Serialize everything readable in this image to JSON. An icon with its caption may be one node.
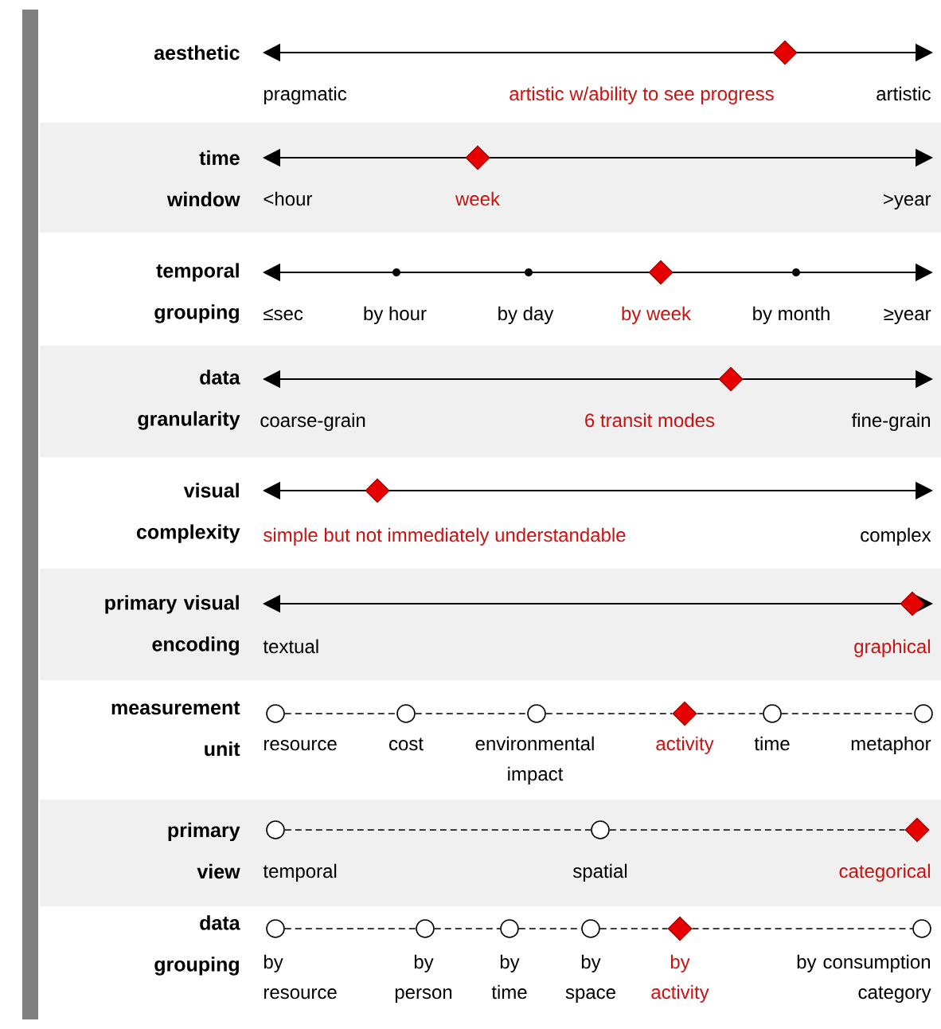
{
  "diagram": {
    "nodes": [
      {
        "text": [
          "aesthetic"
        ]
      },
      {
        "text": [],
        "shape": "diamond",
        "beside": [
          "artistic w/ability to see progress"
        ]
      },
      {
        "text": [
          "time window"
        ]
      },
      {
        "text": [],
        "shape": "diamond",
        "in": 2,
        "beside": [
          "week"
        ]
      },
      {
        "text": [
          "temporal grouping"
        ]
      },
      {
        "text": [],
        "shape": "dot",
        "beside": [
          "by hour"
        ]
      },
      {
        "text": [],
        "shape": "dot",
        "beside": [
          "by day"
        ]
      },
      {
        "text": [],
        "shape": "diamond",
        "beside": [
          "by week"
        ]
      },
      {
        "text": [],
        "shape": "dot",
        "beside": [
          "by month"
        ]
      },
      {
        "text": [
          "data granularity"
        ]
      },
      {
        "text": [],
        "shape": "diamond",
        "in": 9,
        "beside": [
          "6 transit modes"
        ]
      },
      {
        "text": [
          "visual complexity"
        ]
      },
      {
        "text": [],
        "shape": "diamond",
        "beside": [
          "simple but not immediately understandable"
        ]
      },
      {
        "text": [
          "primary visual encoding"
        ]
      },
      {
        "text": [],
        "shape": "diamond",
        "in": 13,
        "beside": [
          "graphical"
        ]
      },
      {
        "text": [
          "measurement unit"
        ]
      },
      {
        "text": [],
        "shape": "circle",
        "beside": [
          "resource"
        ]
      },
      {
        "text": [],
        "shape": "circle",
        "beside": [
          "cost"
        ]
      },
      {
        "text": [],
        "shape": "circle",
        "beside": [
          "environmental impact"
        ]
      },
      {
        "text": [],
        "shape": "diamond",
        "beside": [
          "activity"
        ]
      },
      {
        "text": [],
        "shape": "circle",
        "beside": [
          "time"
        ]
      },
      {
        "text": [],
        "shape": "circle",
        "beside": [
          "metaphor"
        ]
      },
      {
        "text": [
          "primary view"
        ]
      },
      {
        "text": [],
        "shape": "circle",
        "in": 22,
        "beside": [
          "temporal"
        ]
      },
      {
        "text": [],
        "shape": "circle",
        "in": 22,
        "beside": [
          "spatial"
        ]
      },
      {
        "text": [],
        "shape": "diamond",
        "in": 22,
        "beside": [
          "categorical"
        ]
      },
      {
        "text": [
          "data grouping"
        ]
      },
      {
        "text": [],
        "shape": "circle",
        "beside": [
          "by resource"
        ]
      },
      {
        "text": [],
        "shape": "circle",
        "beside": [
          "by person"
        ]
      },
      {
        "text": [],
        "shape": "circle",
        "beside": [
          "by time"
        ]
      },
      {
        "text": [],
        "shape": "circle",
        "beside": [
          "by space"
        ]
      },
      {
        "text": [],
        "shape": "diamond",
        "beside": [
          "by activity"
        ]
      },
      {
        "text": [],
        "shape": "circle",
        "beside": [
          "by consumption category"
        ]
      }
    ],
    "edges": [
      {
        "from": 16,
        "to": 17,
        "arrow": "none",
        "style": "dashed"
      },
      {
        "from": 17,
        "to": 18,
        "arrow": "none",
        "style": "dashed"
      },
      {
        "from": 18,
        "to": 19,
        "arrow": "none",
        "style": "dashed"
      },
      {
        "from": 19,
        "to": 20,
        "arrow": "none",
        "style": "dashed"
      },
      {
        "from": 20,
        "to": 21,
        "arrow": "none",
        "style": "dashed"
      },
      {
        "from": 23,
        "to": 24,
        "arrow": "none",
        "style": "dashed"
      },
      {
        "from": 24,
        "to": 25,
        "arrow": "none",
        "style": "dashed"
      },
      {
        "from": 27,
        "to": 28,
        "arrow": "none",
        "style": "dashed"
      },
      {
        "from": 28,
        "to": 29,
        "arrow": "none",
        "style": "dashed"
      },
      {
        "from": 29,
        "to": 30,
        "arrow": "none",
        "style": "dashed"
      },
      {
        "from": 30,
        "to": 31,
        "arrow": "none",
        "style": "dashed"
      },
      {
        "from": 31,
        "to": 32,
        "arrow": "none",
        "style": "dashed"
      }
    ],
    "labels": [
      "pragmatic",
      "artistic",
      "<hour",
      ">year",
      "≤sec",
      "≥year",
      "coarse-grain",
      "fine-grain",
      "complex",
      "textual"
    ]
  }
}
